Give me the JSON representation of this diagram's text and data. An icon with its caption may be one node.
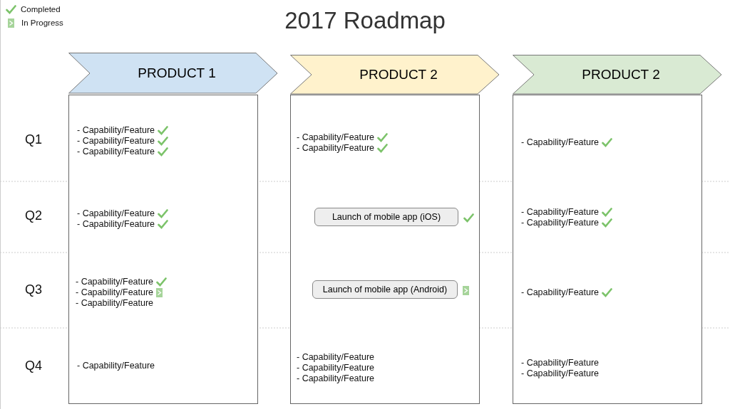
{
  "diagram": {
    "title": "2017 Roadmap",
    "nodes": [
      {
        "text": [
          "PRODUCT 1"
        ]
      },
      {
        "text": [
          "PRODUCT 2"
        ]
      },
      {
        "text": [
          "PRODUCT 2"
        ]
      },
      {
        "text": [],
        "shape": "box"
      },
      {
        "text": [],
        "shape": "box"
      },
      {
        "text": [],
        "shape": "box"
      },
      {
        "text": [
          "Launch of mobile app (iOS)"
        ],
        "in": 4
      },
      {
        "text": [
          "Launch of mobile app (Android)"
        ],
        "in": 4
      }
    ],
    "edges": [],
    "labels": [
      "Q1",
      "- Capability/Feature",
      "- Capability/Feature",
      "- Capability/Feature",
      "- Capability/Feature",
      "- Capability/Feature",
      "- Capability/Feature",
      "Q2",
      "- Capability/Feature",
      "- Capability/Feature",
      "- Capability/Feature",
      "- Capability/Feature",
      "Q3",
      "- Capability/Feature",
      "- Capability/Feature",
      "- Capability/Feature",
      "- Capability/Feature",
      "Q4",
      "- Capability/Feature",
      "- Capability/Feature",
      "- Capability/Feature",
      "- Capability/Feature",
      "- Capability/Feature",
      "- Capability/Feature"
    ],
    "legend": [
      {
        "text": "Completed"
      },
      {
        "text": "In Progress"
      }
    ]
  }
}
